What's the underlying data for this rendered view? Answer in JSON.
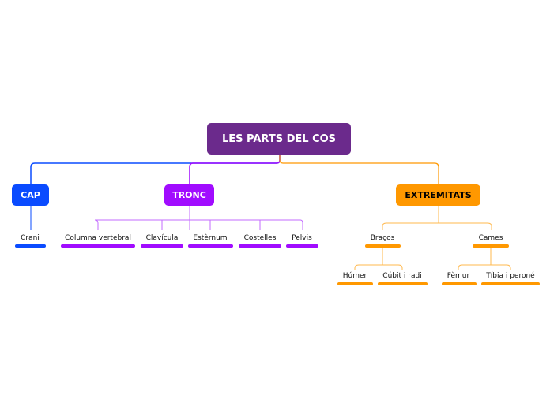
{
  "root": {
    "label": "LES PARTS DEL COS"
  },
  "colors": {
    "root": "#6b2a8c",
    "cap": "#0a4bff",
    "tronc": "#a10cff",
    "extremitats": "#ff9800"
  },
  "branches": {
    "cap": {
      "label": "CAP",
      "children": [
        "Crani"
      ]
    },
    "tronc": {
      "label": "TRONC",
      "children": [
        "Columna vertebral",
        "Clavícula",
        "Estèrnum",
        "Costelles",
        "Pelvis"
      ]
    },
    "extremitats": {
      "label": "EXTREMITATS",
      "braços": {
        "label": "Braços",
        "children": [
          "Húmer",
          "Cúbit i radi"
        ]
      },
      "cames": {
        "label": "Cames",
        "children": [
          "Fèmur",
          "Tíbia i peroné"
        ]
      }
    }
  }
}
